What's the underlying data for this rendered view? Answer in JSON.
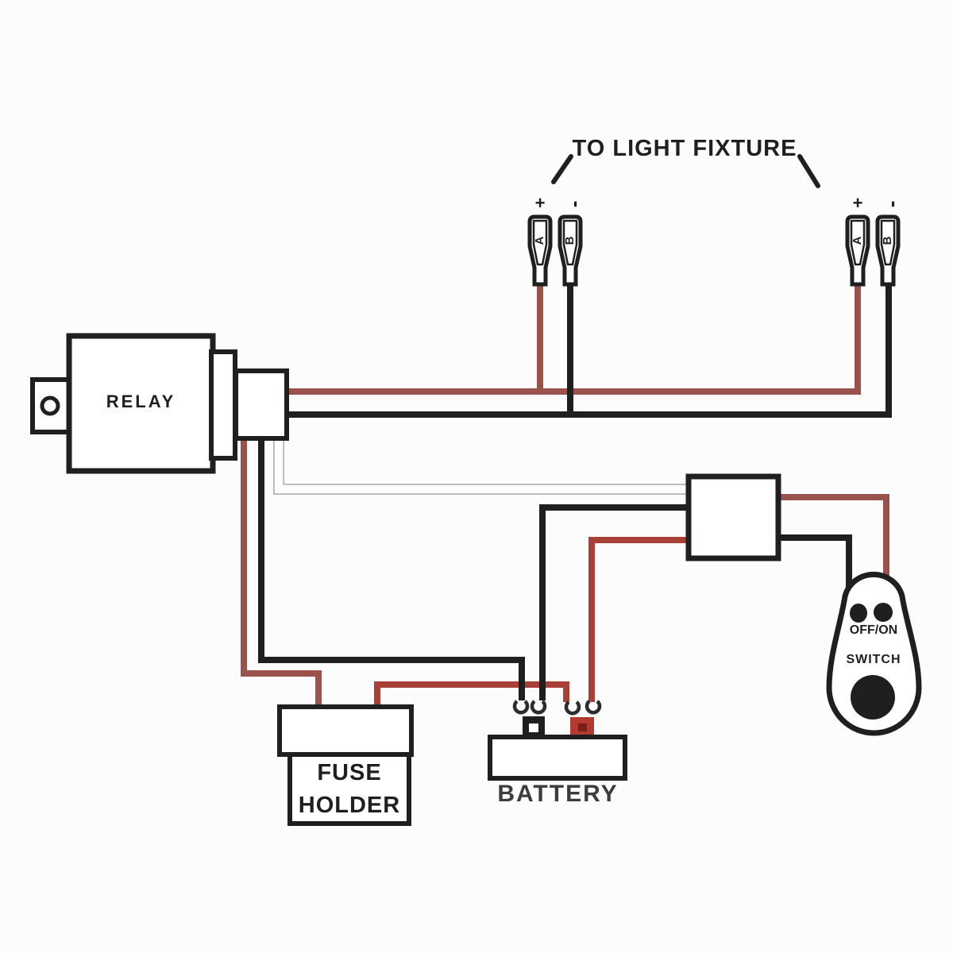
{
  "colors": {
    "bg": "#fcfcfc",
    "wire-black": "#1f1f1f",
    "wire-red": "#9a524c",
    "wire-red-bright": "#a84038",
    "white-wire-casing": "#b3b3b3",
    "component-stroke": "#1f1f1f",
    "battery-pos": "#b23a30",
    "battery-pos-mark": "#7c1f1a",
    "text": "#1f1f1f",
    "battery-text": "#3c3c3c"
  },
  "title": {
    "label": "TO LIGHT FIXTURE"
  },
  "relay": {
    "label": "RELAY"
  },
  "fuse_holder": {
    "line1": "FUSE",
    "line2": "HOLDER"
  },
  "battery": {
    "label": "BATTERY"
  },
  "switch": {
    "line1": "OFF/ON",
    "line2": "SWITCH"
  },
  "connectors": {
    "left": {
      "a_polarity": "+",
      "a_label": "A",
      "b_polarity": "-",
      "b_label": "B"
    },
    "right": {
      "a_polarity": "+",
      "a_label": "A",
      "b_polarity": "-",
      "b_label": "B"
    }
  }
}
